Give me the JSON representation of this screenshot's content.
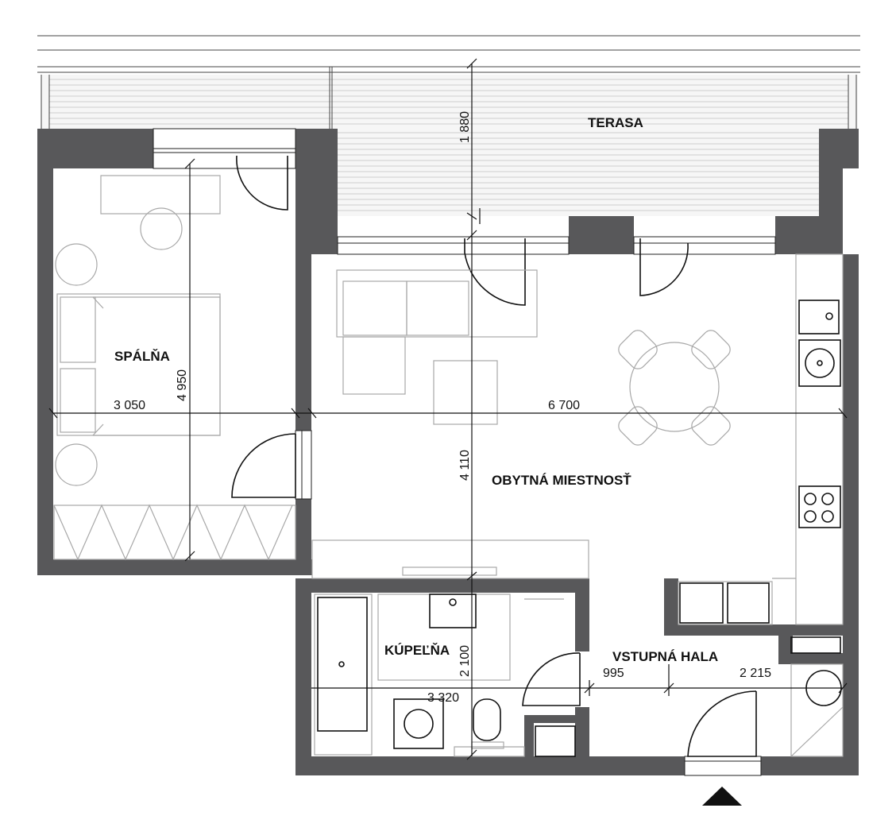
{
  "rooms": {
    "terrace": "TERASA",
    "bedroom": "SPÁLŇA",
    "living": "OBYTNÁ MIESTNOSŤ",
    "bathroom": "KÚPEĽŇA",
    "hall": "VSTUPNÁ HALA"
  },
  "dimensions": {
    "terrace_depth": "1 880",
    "bedroom_length": "4 950",
    "bedroom_width": "3 050",
    "living_width": "6 700",
    "living_depth": "4 110",
    "bath_depth": "2 100",
    "bath_width": "3 320",
    "hall_segment": "995",
    "hall_width": "2 215"
  },
  "colors": {
    "wall": "#58585a",
    "line": "#111111",
    "furniture": "#a8a8a8"
  },
  "icons": {
    "entrance": "entrance-arrow-icon"
  }
}
